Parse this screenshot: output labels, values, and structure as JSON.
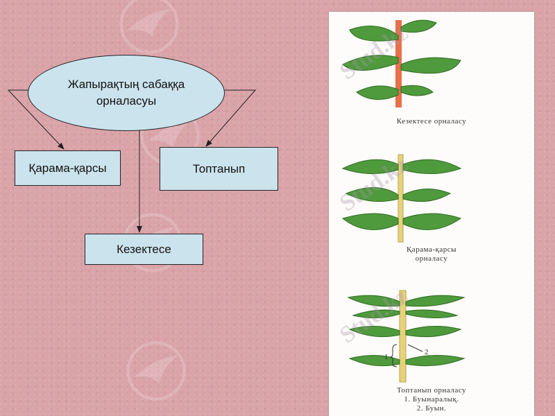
{
  "diagram": {
    "center_label_line1": "Жапырақтың сабаққа",
    "center_label_line2": "орналасуы",
    "nodes": {
      "qarama": "Қарама-қарсы",
      "toptanyp": "Топтанып",
      "kezektese": "Кезектесе"
    }
  },
  "figure": {
    "caption_1": "Кезектесе орналасу",
    "caption_2_line1": "Қарама-қарсы",
    "caption_2_line2": "орналасу",
    "caption_3_line1": "Топтанып орналасу",
    "caption_3_line2": "1. Буынаралық.",
    "caption_3_line3": "2. Буын.",
    "marker_1": "1",
    "marker_2": "2"
  },
  "watermark": "Stud.kz",
  "colors": {
    "background": "#d9a3a8",
    "box_fill": "#cbe3ec",
    "leaf_green": "#4e9a3c",
    "stem_orange": "#e8704a",
    "stem_yellow": "#e6d27a"
  }
}
